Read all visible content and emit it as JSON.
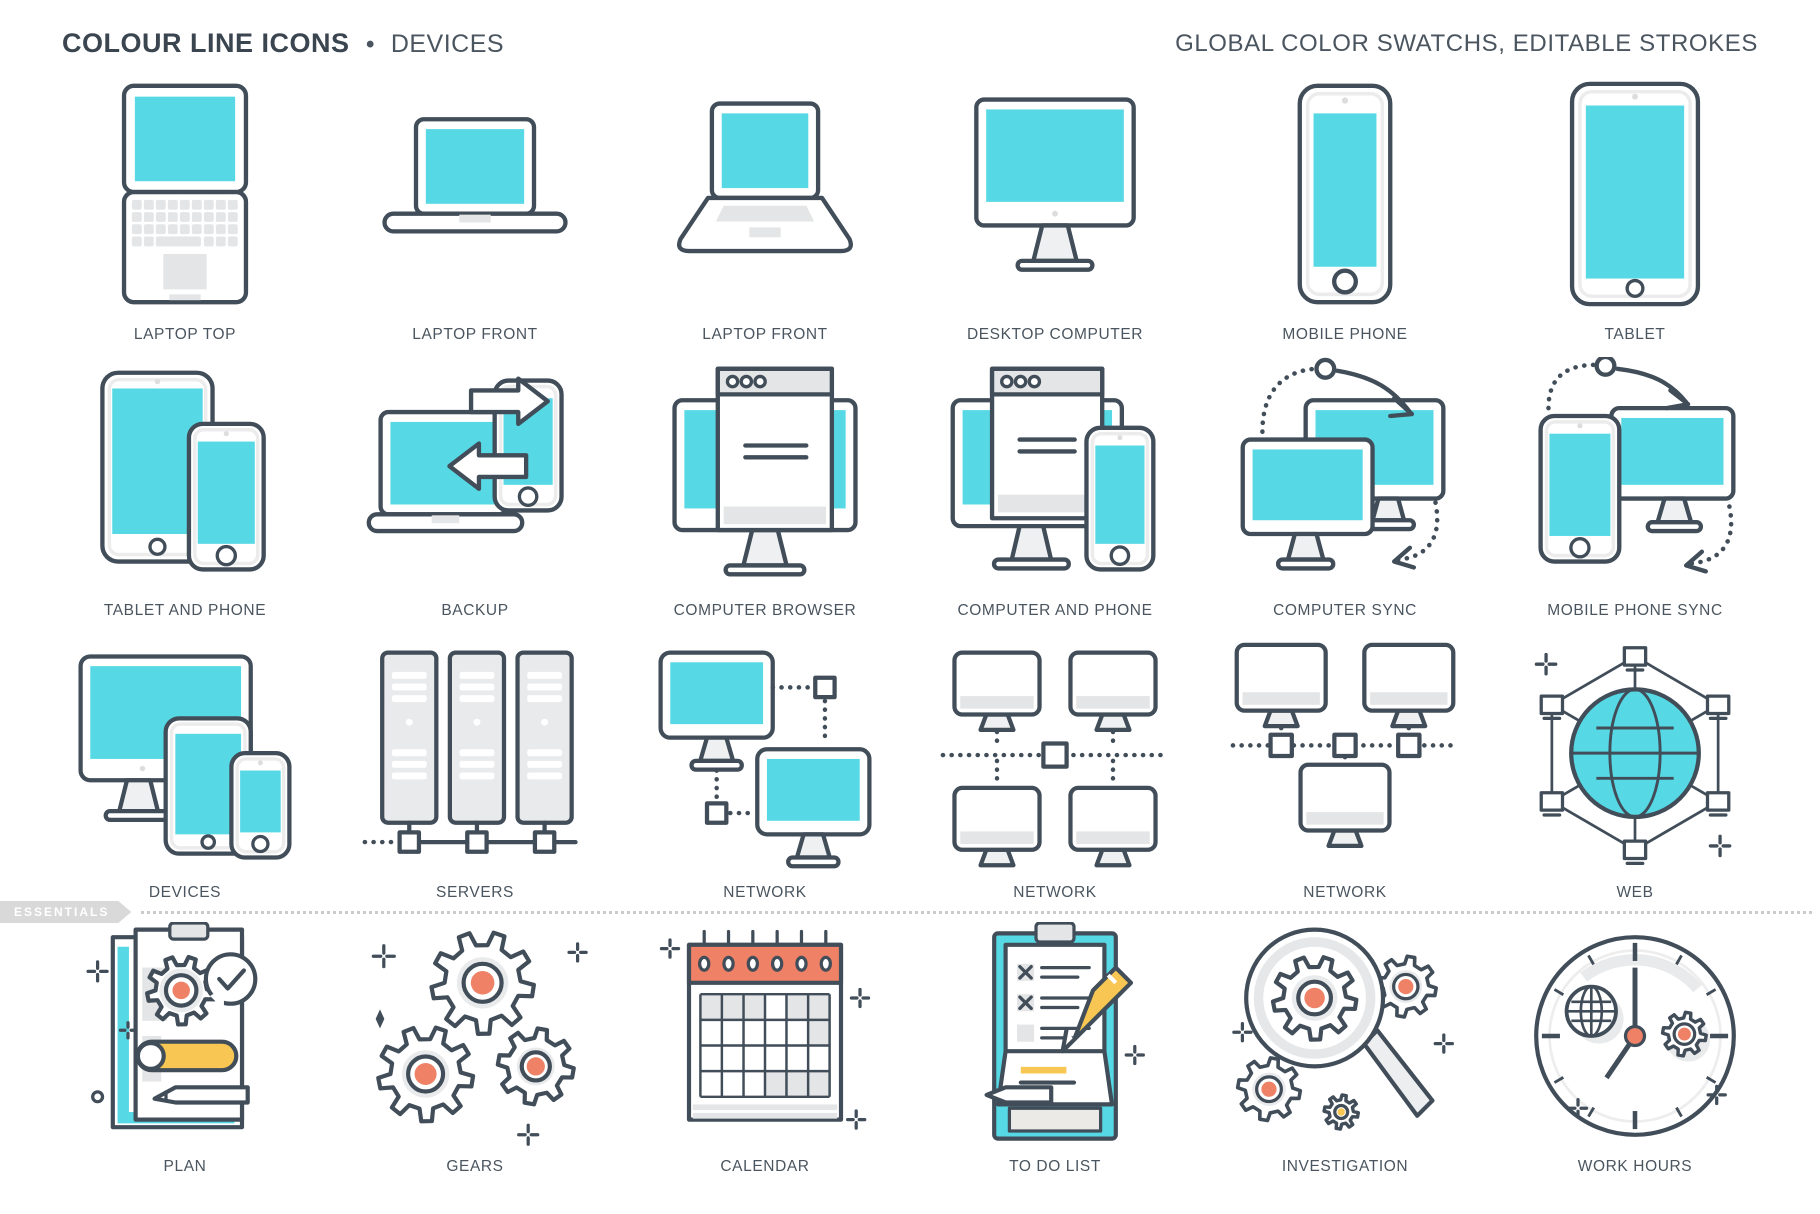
{
  "header": {
    "title_bold": "COLOUR LINE ICONS",
    "separator": "•",
    "title_light": "DEVICES",
    "right_title": "GLOBAL COLOR SWATCHS, EDITABLE STROKES"
  },
  "badge": {
    "label": "ESSENTIALS"
  },
  "colors": {
    "accent_cyan": "#57d9e5",
    "stroke_dark": "#414d59",
    "fill_gray": "#e4e5e6",
    "fill_gray_dark": "#dcdddf",
    "accent_coral": "#ee8166",
    "accent_yellow": "#f8c753",
    "label_text": "#4a555f",
    "badge_gray": "#d9d9d9",
    "divider_dots": "#cbcbcb"
  },
  "grid": {
    "rows": [
      {
        "items": [
          {
            "icon": "laptop-top",
            "label": "LAPTOP TOP"
          },
          {
            "icon": "laptop-front",
            "label": "LAPTOP FRONT"
          },
          {
            "icon": "laptop-front-open",
            "label": "LAPTOP FRONT"
          },
          {
            "icon": "desktop-computer",
            "label": "DESKTOP COMPUTER"
          },
          {
            "icon": "mobile-phone",
            "label": "MOBILE PHONE"
          },
          {
            "icon": "tablet",
            "label": "TABLET"
          }
        ]
      },
      {
        "items": [
          {
            "icon": "tablet-and-phone",
            "label": "TABLET AND PHONE"
          },
          {
            "icon": "backup",
            "label": "BACKUP"
          },
          {
            "icon": "computer-browser",
            "label": "COMPUTER BROWSER"
          },
          {
            "icon": "computer-and-phone",
            "label": "COMPUTER AND PHONE"
          },
          {
            "icon": "computer-sync",
            "label": "COMPUTER SYNC"
          },
          {
            "icon": "mobile-phone-sync",
            "label": "MOBILE PHONE SYNC"
          }
        ]
      },
      {
        "items": [
          {
            "icon": "devices",
            "label": "DEVICES"
          },
          {
            "icon": "servers",
            "label": "SERVERS"
          },
          {
            "icon": "network-two",
            "label": "NETWORK"
          },
          {
            "icon": "network-four",
            "label": "NETWORK"
          },
          {
            "icon": "network-three",
            "label": "NETWORK"
          },
          {
            "icon": "web",
            "label": "WEB"
          }
        ]
      },
      {
        "items": [
          {
            "icon": "plan",
            "label": "PLAN"
          },
          {
            "icon": "gears",
            "label": "GEARS"
          },
          {
            "icon": "calendar",
            "label": "CALENDAR"
          },
          {
            "icon": "to-do-list",
            "label": "TO DO LIST"
          },
          {
            "icon": "investigation",
            "label": "INVESTIGATION"
          },
          {
            "icon": "work-hours",
            "label": "WORK HOURS"
          }
        ]
      }
    ]
  }
}
